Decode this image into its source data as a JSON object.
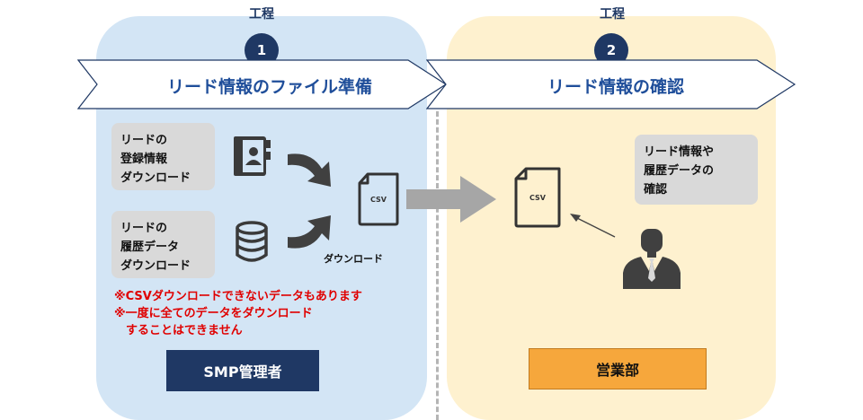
{
  "steps": [
    {
      "label": "工程",
      "number": "1",
      "title": "リード情報のファイル準備",
      "role": "SMP管理者"
    },
    {
      "label": "工程",
      "number": "2",
      "title": "リード情報の確認",
      "role": "営業部"
    }
  ],
  "left": {
    "box1": "リードの\n登録情報\nダウンロード",
    "box2": "リードの\n履歴データ\nダウンロード",
    "csv_label": "CSV",
    "download_label": "ダウンロード",
    "notes": [
      "※CSVダウンロードできないデータもあります",
      "※一度に全てのデータをダウンロード",
      "　することはできません"
    ]
  },
  "right": {
    "box": "リード情報や\n履歴データの\n確認",
    "csv_label": "CSV"
  },
  "colors": {
    "navy": "#1f3864",
    "left_panel": "#d3e5f5",
    "right_panel": "#fef1cf",
    "orange": "#f6a73c",
    "note_red": "#e00000"
  }
}
